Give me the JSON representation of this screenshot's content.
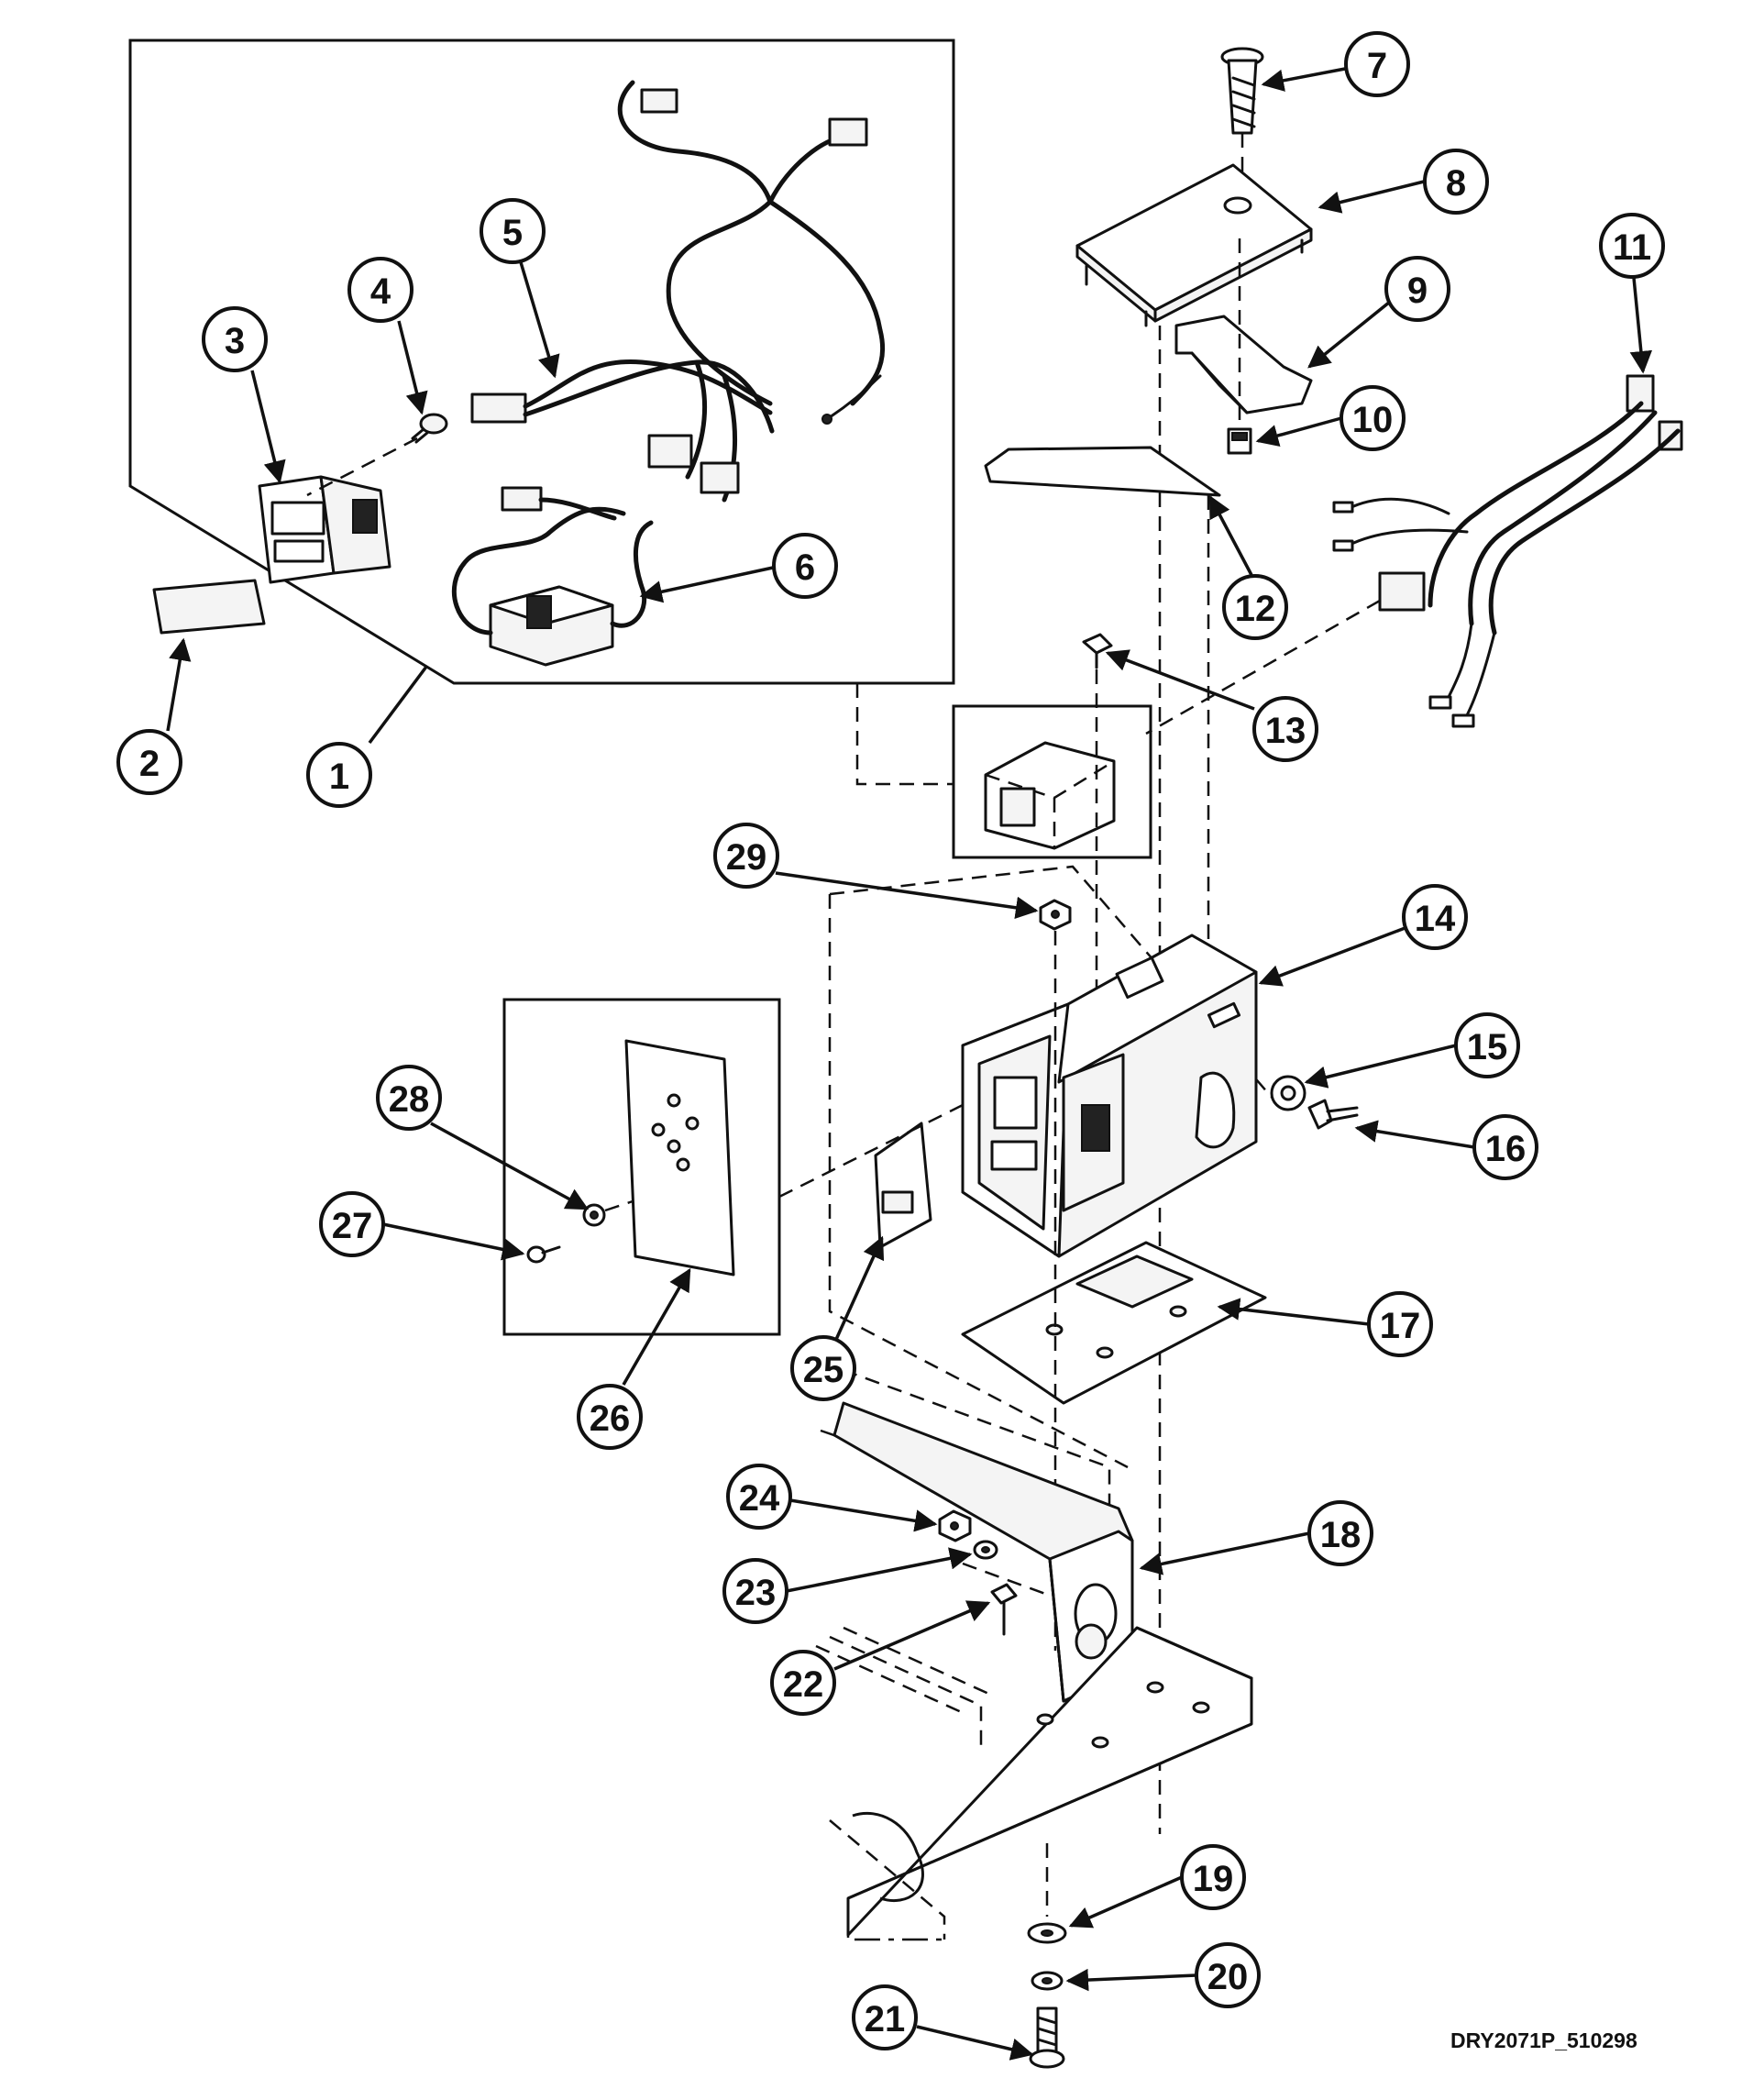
{
  "diagram": {
    "type": "exploded-parts-view",
    "drawing_id": "DRY2071P_510298",
    "callouts": [
      "1",
      "2",
      "3",
      "4",
      "5",
      "6",
      "7",
      "8",
      "9",
      "10",
      "11",
      "12",
      "13",
      "14",
      "15",
      "16",
      "17",
      "18",
      "19",
      "20",
      "21",
      "22",
      "23",
      "24",
      "25",
      "26",
      "27",
      "28",
      "29"
    ]
  }
}
